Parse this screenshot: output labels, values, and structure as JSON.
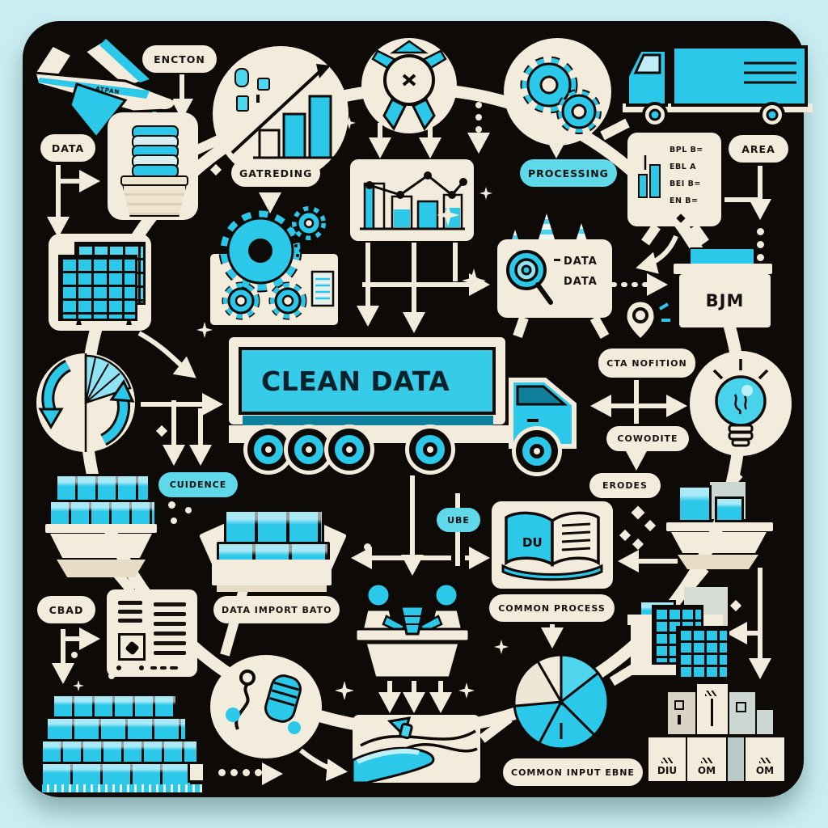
{
  "colors": {
    "background": "#c9edf2",
    "canvas": "#0d0a08",
    "cream": "#f3ecdc",
    "cyan": "#2bc8e9",
    "cyan_light": "#8fe3f2",
    "pill_cyan": "#5fd8ea",
    "text": "#151210",
    "truck_text": "#07222b"
  },
  "labels": {
    "encton": "ENCTON",
    "airplane": "ATPAN",
    "data": "DATA",
    "gathering": "GATREDING",
    "processing": "PROCESSING",
    "area": "AREA",
    "list_items": [
      "BPL B=",
      "EBL A",
      "BEI B=",
      "EN B="
    ],
    "magnifier_line1": "DATA",
    "magnifier_line2": "DATA",
    "bjm": "BJM",
    "clean_data": "CLEAN DATA",
    "cta": "CTA NOFITION",
    "commodite": "COWODITE",
    "erodes": "ERODES",
    "cuidence": "CUIDENCE",
    "ube": "UBE",
    "cbad": "CBAD",
    "data_import": "DATA IMPORT BATO",
    "common_process": "COMMON PROCESS",
    "book": "DU",
    "common_input": "COMMON INPUT EBNE",
    "boxes": [
      "DIU",
      "OM",
      "OM"
    ]
  },
  "icons": {
    "airplane-icon": "svg shape",
    "growth-chart-icon": "svg circle with rising bars and arrow",
    "medal-icon": "svg award ribbon",
    "gears-circle-icon": "svg twin gears in circle",
    "truck-top-icon": "svg delivery truck",
    "data-stack-icon": "stacked discs on pedestal",
    "bar-line-chart-icon": "svg bars with trend line",
    "list-panel-icon": "mini bar chart with list",
    "spreadsheet-grid-icon": "cyan grid tables",
    "gear-set-icon": "gears on panel",
    "pine-trees-icon": "striped pine trees on mound",
    "magnifier-icon": "svg magnifying glass",
    "storage-box-icon": "box with cyan lid",
    "map-pin-icon": "svg location pin",
    "refresh-cycle-icon": "circular arrows",
    "clean-data-truck-icon": "large truck with labeled trailer",
    "lightbulb-icon": "svg bulb with rays",
    "basket-icon": "tray with cyan blocks",
    "open-box-icon": "open carton with cyan books",
    "open-book-icon": "open book",
    "document-icon": "document with lines",
    "people-table-icon": "two people at table with cup",
    "grid-box-icon": "bin with grid cards",
    "blocks-wall-icon": "wall of cyan bricks",
    "cleaning-mitt-icon": "mitt and hook in circle",
    "wiping-hand-icon": "hand wiping panel",
    "pie-chart-icon": "pie chart",
    "package-boxes-icon": "stacked labeled boxes"
  }
}
